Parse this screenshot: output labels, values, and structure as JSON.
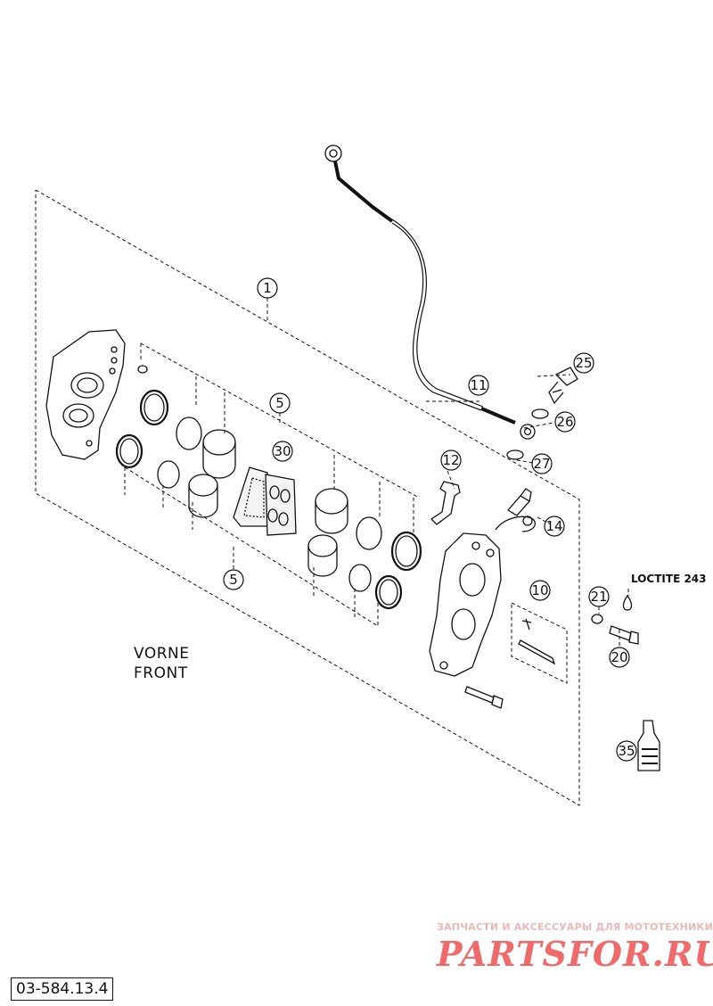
{
  "callouts": {
    "c1": "1",
    "c5a": "5",
    "c5b": "5",
    "c10": "10",
    "c11": "11",
    "c12": "12",
    "c14": "14",
    "c20": "20",
    "c21": "21",
    "c25": "25",
    "c26": "26",
    "c27": "27",
    "c30": "30",
    "c35": "35"
  },
  "labels": {
    "vorne": "VORNE",
    "front": "FRONT",
    "loctite": "LOCTITE 243",
    "reference": "03-584.13.4"
  },
  "watermark": {
    "tagline": "ЗАПЧАСТИ И АКСЕССУАРЫ ДЛЯ МОТОТЕХНИКИ",
    "brand": "PARTSFOR.RU"
  },
  "colors": {
    "line": "#111111",
    "watermark": "#ef6a6a"
  }
}
